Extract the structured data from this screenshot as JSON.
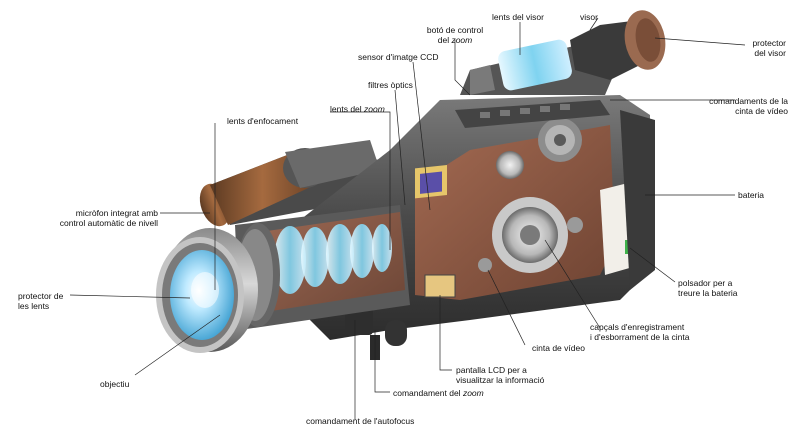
{
  "labels": {
    "lents_visor": "lents del visor",
    "visor": "visor",
    "protector_visor": [
      "protector",
      "del visor"
    ],
    "boto_zoom": [
      "botó de control",
      "del ",
      "zoom"
    ],
    "sensor_ccd": "sensor d'imatge CCD",
    "filtres_optics": "filtres òptics",
    "lents_enfocament": "lents d'enfocament",
    "lents_zoom": [
      "lents del ",
      "zoom"
    ],
    "comandaments_cinta": [
      "comandaments de la",
      "cinta de vídeo"
    ],
    "bateria": "bateria",
    "microfon": [
      "micròfon integrat amb",
      "control automàtic de nivell"
    ],
    "protector_lents": [
      "protector de",
      "les lents"
    ],
    "polsador_bateria": [
      "polsador per a",
      "treure la bateria"
    ],
    "capcals": [
      "capçals d'enregistrament",
      "i d'esborrament de la cinta"
    ],
    "cinta_video": "cinta de vídeo",
    "pantalla_lcd": [
      "pantalla LCD per a",
      "visualitzar la informació"
    ],
    "objectiu": "objectiu",
    "comandament_zoom": [
      "comandament del ",
      "zoom"
    ],
    "comandament_autofocus": "comandament de l'autofocus"
  },
  "colors": {
    "body_dark": "#3a3a3a",
    "body_mid": "#6b6b6b",
    "cutaway": "#8a5a45",
    "lens_blue": "#7fd3f0",
    "grip_brown": "#8a5533",
    "leader": "#222222"
  }
}
